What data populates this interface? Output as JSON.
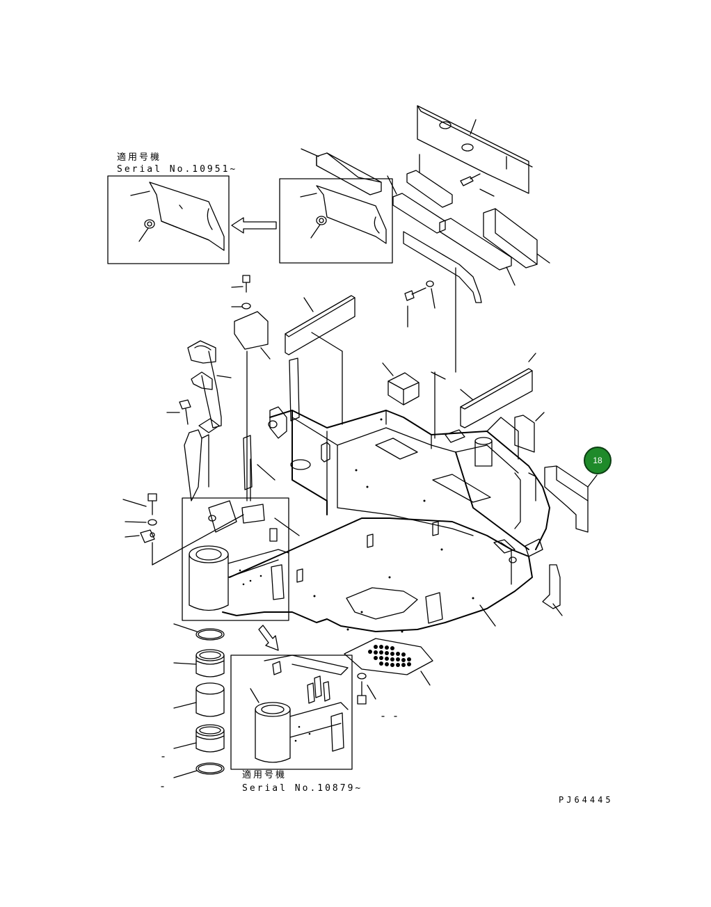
{
  "labels": {
    "top_applicable": "適用号機",
    "top_serial": "Serial No.10951~",
    "bottom_applicable": "適用号機",
    "bottom_serial": "Serial No.10879~",
    "drawing_number": "PJ64445"
  },
  "badge": {
    "number": "18",
    "color": "#1f8a2a"
  }
}
